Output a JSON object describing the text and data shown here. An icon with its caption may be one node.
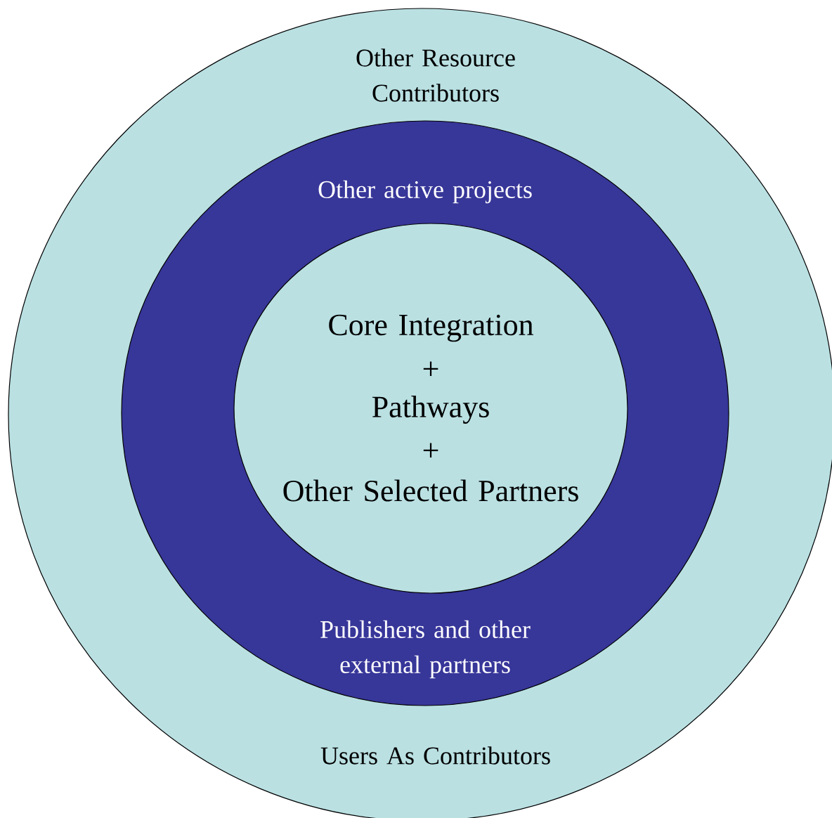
{
  "diagram": {
    "nodes": [
      {
        "text": [
          "Other Resource Contributors",
          "Users As Contributors"
        ]
      },
      {
        "text": [
          "Other active projects",
          "Publishers and other external partners"
        ],
        "in": 0
      },
      {
        "text": [
          "Core Integration",
          "+",
          "Pathways",
          "+",
          "Other Selected Partners"
        ],
        "in": 1
      }
    ]
  }
}
